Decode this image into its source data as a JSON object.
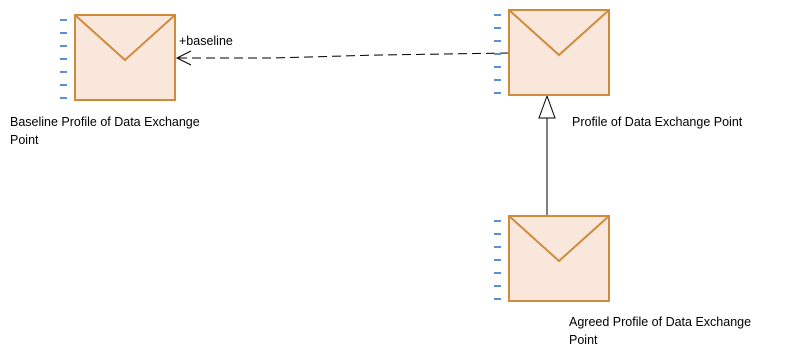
{
  "colors": {
    "box_fill": "#F8E7DA",
    "box_stroke": "#D08A3C",
    "port_dash": "#5B8FD6",
    "line": "#000000"
  },
  "nodes": {
    "baseline": {
      "icon": "envelope-icon",
      "label_line1": "Baseline Profile of Data Exchange",
      "label_line2": "Point"
    },
    "profile": {
      "icon": "envelope-icon",
      "label_line1": "Profile of Data Exchange Point"
    },
    "agreed": {
      "icon": "envelope-icon",
      "label_line1": "Agreed Profile of Data Exchange",
      "label_line2": "Point"
    }
  },
  "edges": {
    "dependency": {
      "kind": "dependency",
      "role_label": "+baseline"
    },
    "generalization": {
      "kind": "generalization"
    }
  }
}
